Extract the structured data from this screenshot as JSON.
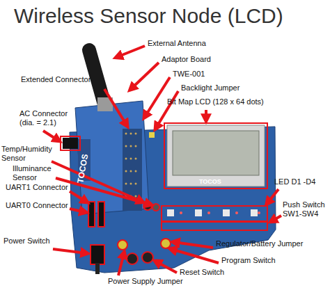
{
  "diagram": {
    "title": "Wireless Sensor Node (LCD)",
    "labels": [
      "External Antenna",
      "Adaptor Board",
      "TWE-001",
      "Extended Connector",
      "Backlight Jumper",
      "Bit Map LCD (128 x 64 dots)",
      "AC Connector (dia. = 2.1)",
      "Temp/Humidity Sensor",
      "Illuminance Sensor",
      "UART1 Connector",
      "UART0 Connector",
      "LED D1 -D4",
      "Push Switch SW1-SW4",
      "Power Switch",
      "Regulator/Battery Jumper",
      "Program Switch",
      "Reset Switch",
      "Power Supply Jumper",
      "TOCOS",
      "TOCOS"
    ]
  }
}
